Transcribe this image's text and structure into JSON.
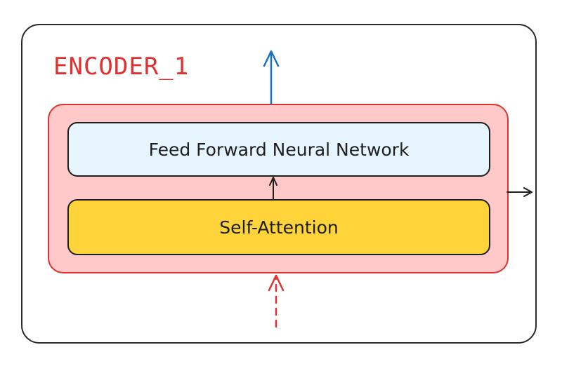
{
  "encoder": {
    "title": "ENCODER_1",
    "title_color": "#e03131",
    "block_fill": "#ffc9c9",
    "block_border": "#e03131"
  },
  "layers": {
    "feed_forward": {
      "label": "Feed Forward Neural Network",
      "fill": "#e7f5ff"
    },
    "self_attention": {
      "label": "Self-Attention",
      "fill": "#ffd43b"
    }
  },
  "arrows": {
    "output_up_color": "#1971c2",
    "input_dashed_color": "#e03131",
    "internal_color": "#1e1e1e",
    "side_output_color": "#1e1e1e"
  }
}
